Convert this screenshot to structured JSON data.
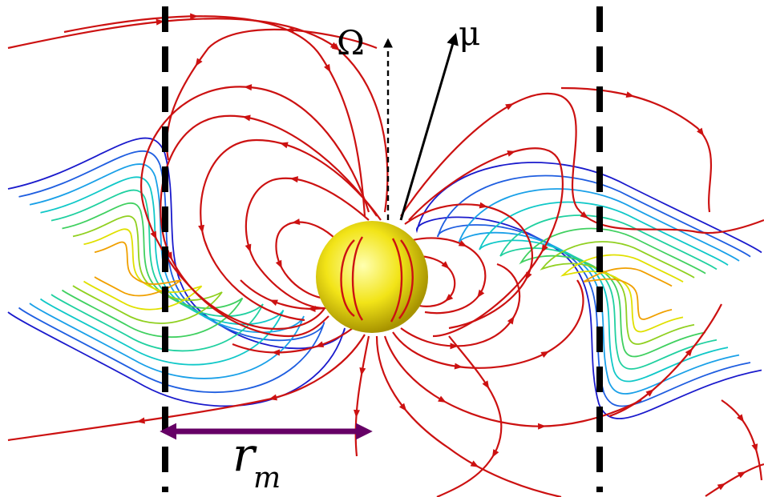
{
  "labels": {
    "omega": "Ω",
    "mu": "μ",
    "r_main": "r",
    "r_sub": "m"
  },
  "colors": {
    "field_lines": "#cc1111",
    "star_light": "#ffff99",
    "star_dark": "#b8a400",
    "radius_arrow": "#660066",
    "boundary_lines": "#000000",
    "disk_contours": [
      "#1a1acc",
      "#1f5ee0",
      "#1aa0e8",
      "#10c8c8",
      "#20d0a0",
      "#40d060",
      "#90d020",
      "#e0e000",
      "#f0a000"
    ]
  },
  "icons": {
    "omega_axis": "dashed-arrow-icon",
    "mu_axis": "solid-arrow-icon",
    "radius_marker": "double-headed-arrow-icon"
  }
}
